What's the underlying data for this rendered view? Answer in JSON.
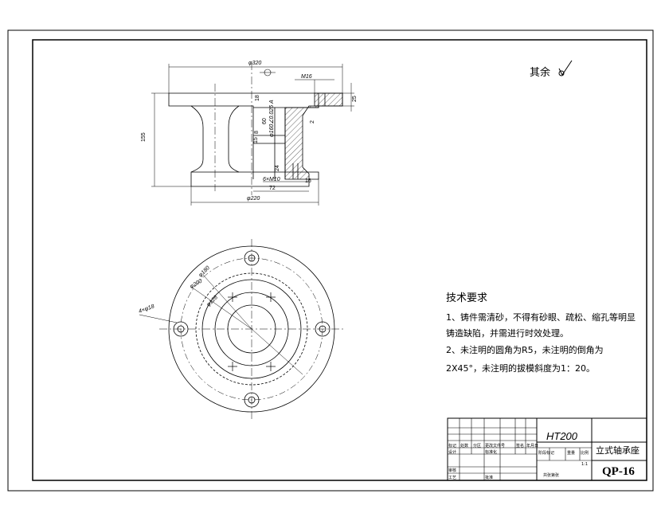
{
  "section_view": {
    "dims": {
      "outer_dia": "φ320",
      "top_thread": "M16",
      "height": "155",
      "flange_thk": "25",
      "right_dim": "2",
      "thread_hole": "φ160∠0.025 A",
      "d60": "60",
      "d18": "18",
      "d8": "8",
      "d24": "24",
      "d15": "15",
      "hole_pattern": "6×M10",
      "depth": "72",
      "base_dia": "φ220",
      "d16": "16"
    }
  },
  "plan_view": {
    "dims": {
      "d1": "φ180",
      "d2": "φ128",
      "d3": "φ200",
      "holes": "4×φ18"
    }
  },
  "surface_finish": {
    "label": "其余"
  },
  "tech_notes": {
    "heading": "技术要求",
    "line1": "1、铸件需清砂，不得有砂眼、疏松、缩孔等明显",
    "line2": "铸造缺陷，并需进行时效处理。",
    "line3": "2、未注明的圆角为R5，未注明的倒角为",
    "line4": "2X45°，未注明的拔模斜度为1：20。"
  },
  "title_block": {
    "material": "HT200",
    "part_name": "立式轴承座",
    "drawing_no": "QP-16",
    "row_labels": {
      "marks": "标记",
      "count": "处数",
      "zone": "分区",
      "change_doc": "更改文件号",
      "sign": "签名",
      "date": "年月日",
      "design": "设计",
      "std": "标准化",
      "review": "审核",
      "process": "工艺",
      "approve": "批准",
      "stage": "阶段标记",
      "weight": "重量",
      "scale": "比例",
      "scale_val": "1:1",
      "sheets": "共张第张"
    }
  }
}
